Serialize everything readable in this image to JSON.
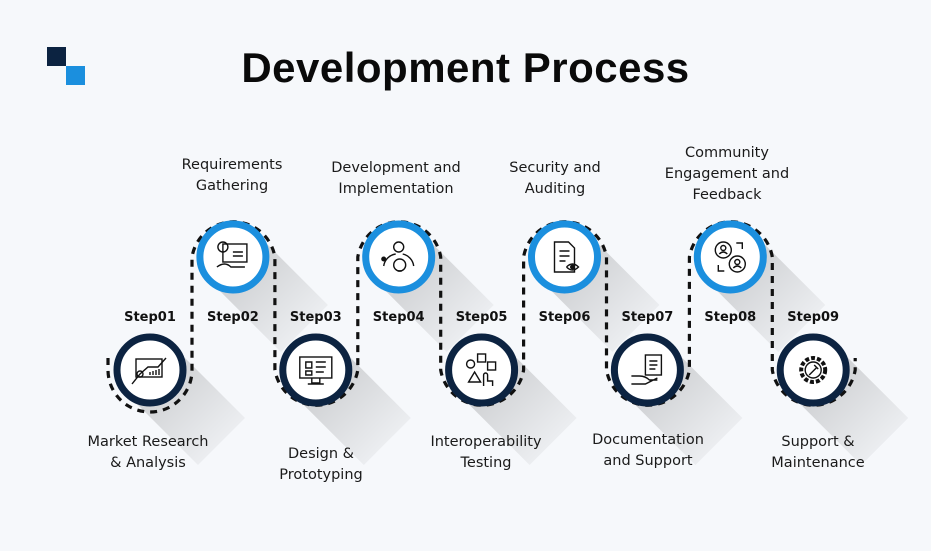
{
  "title": "Development Process",
  "colors": {
    "navy": "#0c2341",
    "blue": "#1b8fde",
    "background": "#f6f8fb"
  },
  "steps": [
    {
      "label": "Step01",
      "title": [
        "Market Research",
        "& Analysis"
      ],
      "icon": "chart-analysis-icon"
    },
    {
      "label": "Step02",
      "title": [
        "Requirements",
        "Gathering"
      ],
      "icon": "requirements-gear-icon"
    },
    {
      "label": "Step03",
      "title": [
        "Design &",
        "Prototyping"
      ],
      "icon": "monitor-design-icon"
    },
    {
      "label": "Step04",
      "title": [
        "Development and",
        "Implementation"
      ],
      "icon": "gear-lightbulb-icon"
    },
    {
      "label": "Step05",
      "title": [
        "Interoperability",
        "Testing"
      ],
      "icon": "shapes-touch-icon"
    },
    {
      "label": "Step06",
      "title": [
        "Security and",
        "Auditing"
      ],
      "icon": "document-eye-icon"
    },
    {
      "label": "Step07",
      "title": [
        "Documentation",
        "and Support"
      ],
      "icon": "hand-document-icon"
    },
    {
      "label": "Step08",
      "title": [
        "Community",
        "Engagement and",
        "Feedback"
      ],
      "icon": "users-exchange-icon"
    },
    {
      "label": "Step09",
      "title": [
        "Support &",
        "Maintenance"
      ],
      "icon": "gear-wrench-icon"
    }
  ]
}
